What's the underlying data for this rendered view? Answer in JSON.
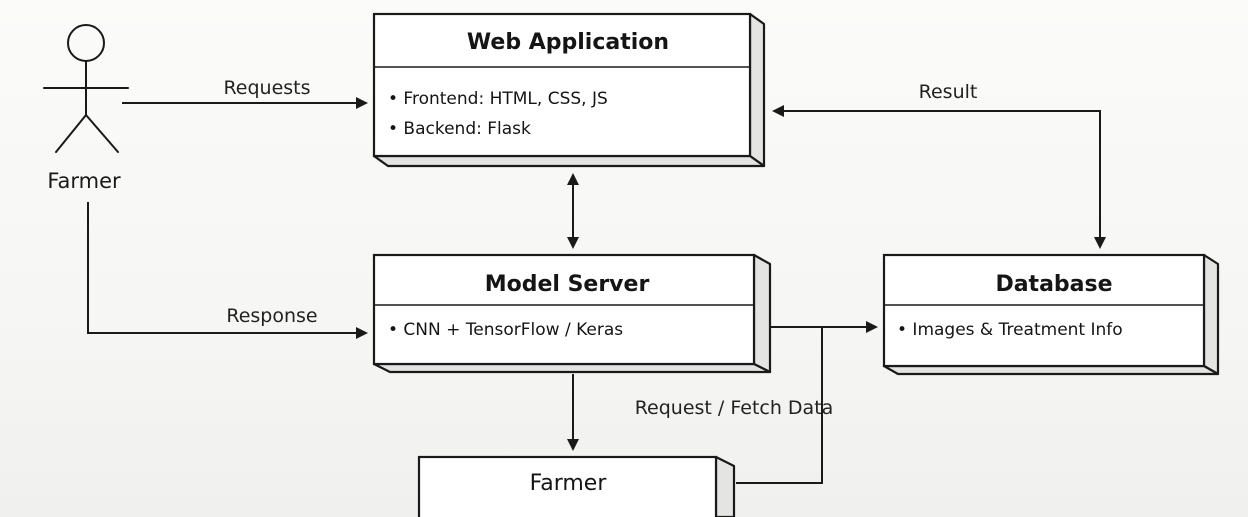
{
  "actor": {
    "label": "Farmer",
    "icon": "stick-figure-icon"
  },
  "nodes": {
    "web_app": {
      "title": "Web Application",
      "bullets": [
        "• Frontend: HTML, CSS, JS",
        "• Backend: Flask"
      ]
    },
    "model_server": {
      "title": "Model Server",
      "bullets": [
        "• CNN + TensorFlow / Keras"
      ]
    },
    "database": {
      "title": "Database",
      "bullets": [
        "• Images & Treatment Info"
      ]
    },
    "farmer_box": {
      "title": "Farmer"
    }
  },
  "edges": {
    "requests": "Requests",
    "response": "Response",
    "result": "Result",
    "request_fetch": "Request / Fetch Data"
  }
}
